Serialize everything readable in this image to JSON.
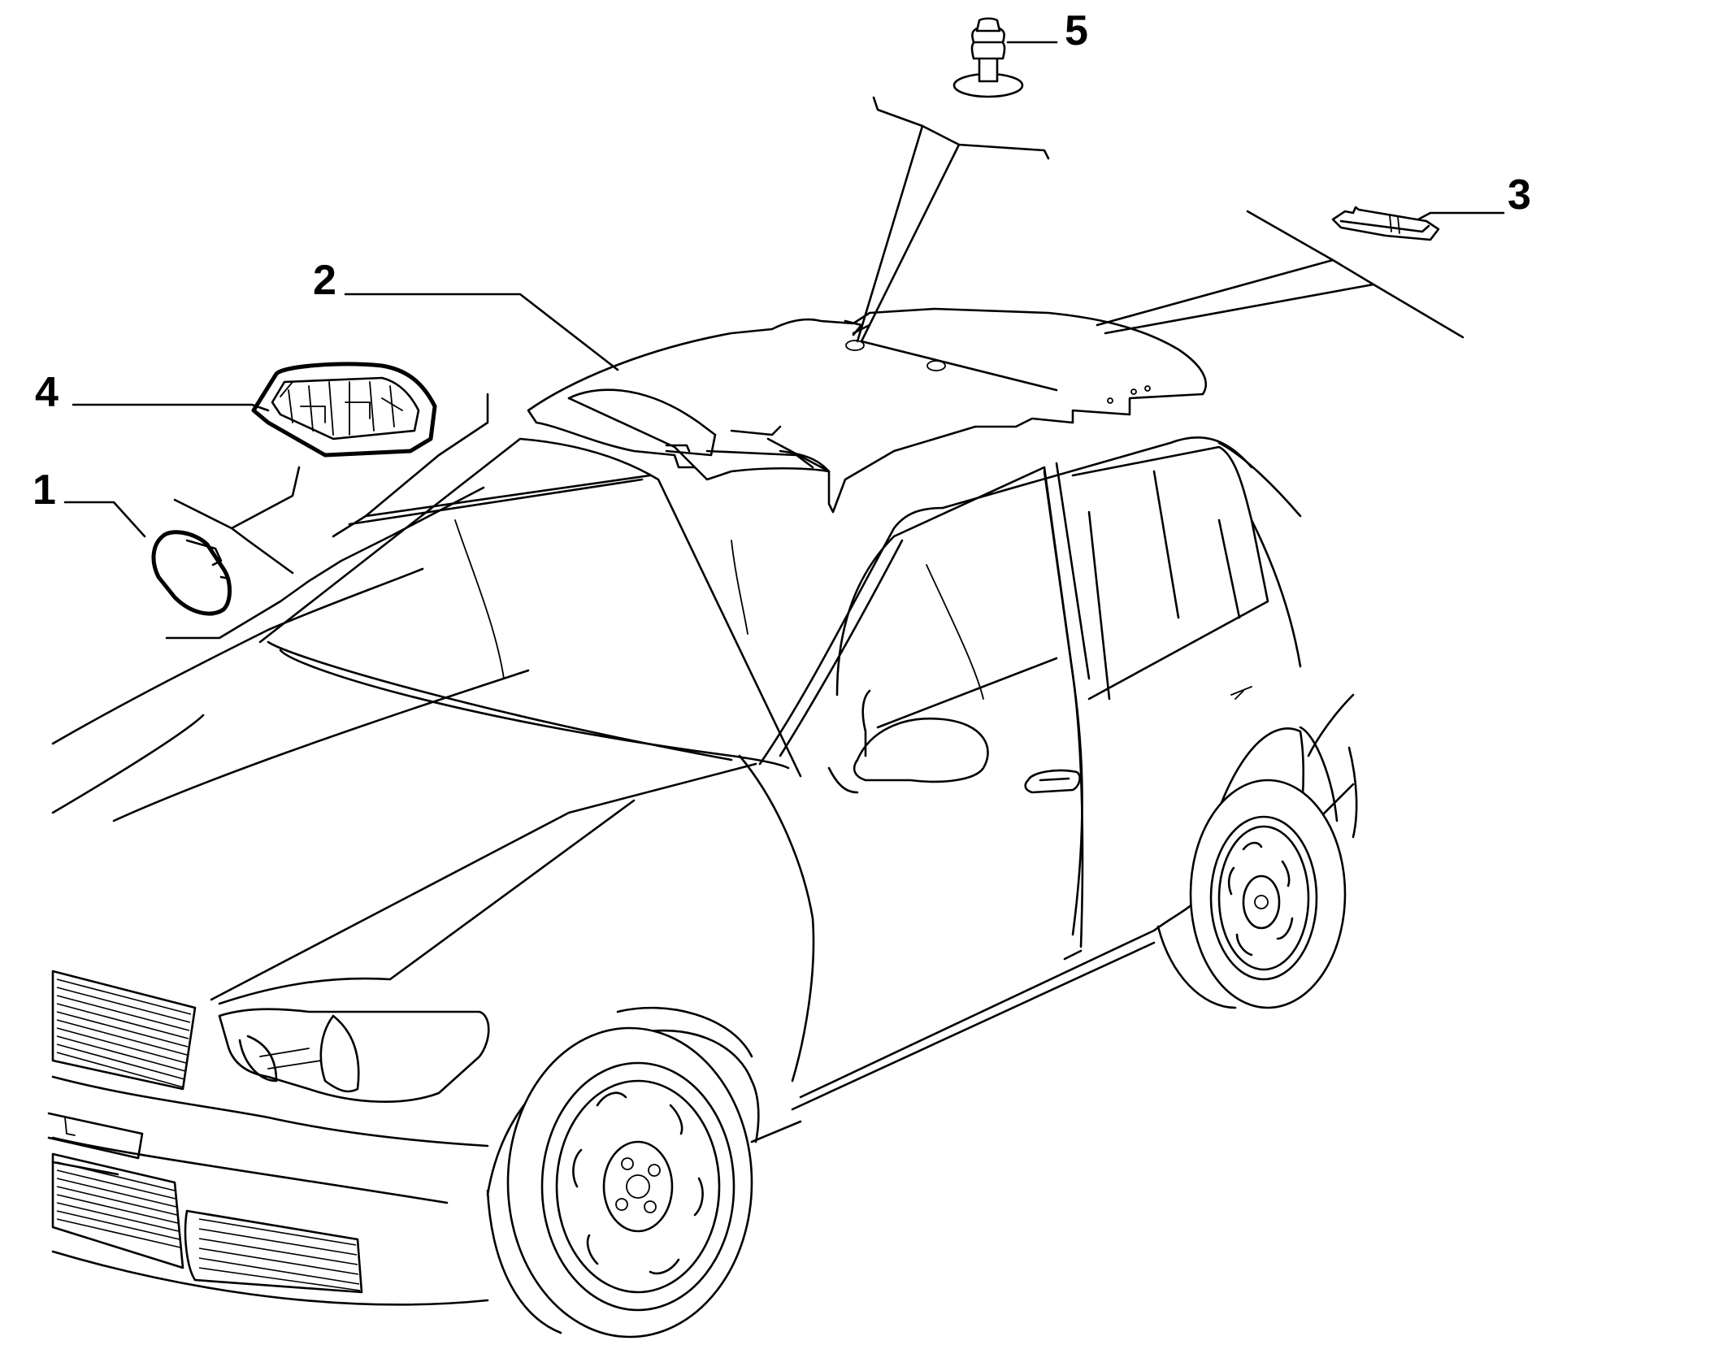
{
  "callouts": [
    {
      "id": "1",
      "label": "1",
      "part": "courtesy-light"
    },
    {
      "id": "2",
      "label": "2",
      "part": "roof-headliner"
    },
    {
      "id": "3",
      "label": "3",
      "part": "rear-lamp-lens"
    },
    {
      "id": "4",
      "label": "4",
      "part": "front-roof-lamp"
    },
    {
      "id": "5",
      "label": "5",
      "part": "push-pin-fastener"
    }
  ]
}
